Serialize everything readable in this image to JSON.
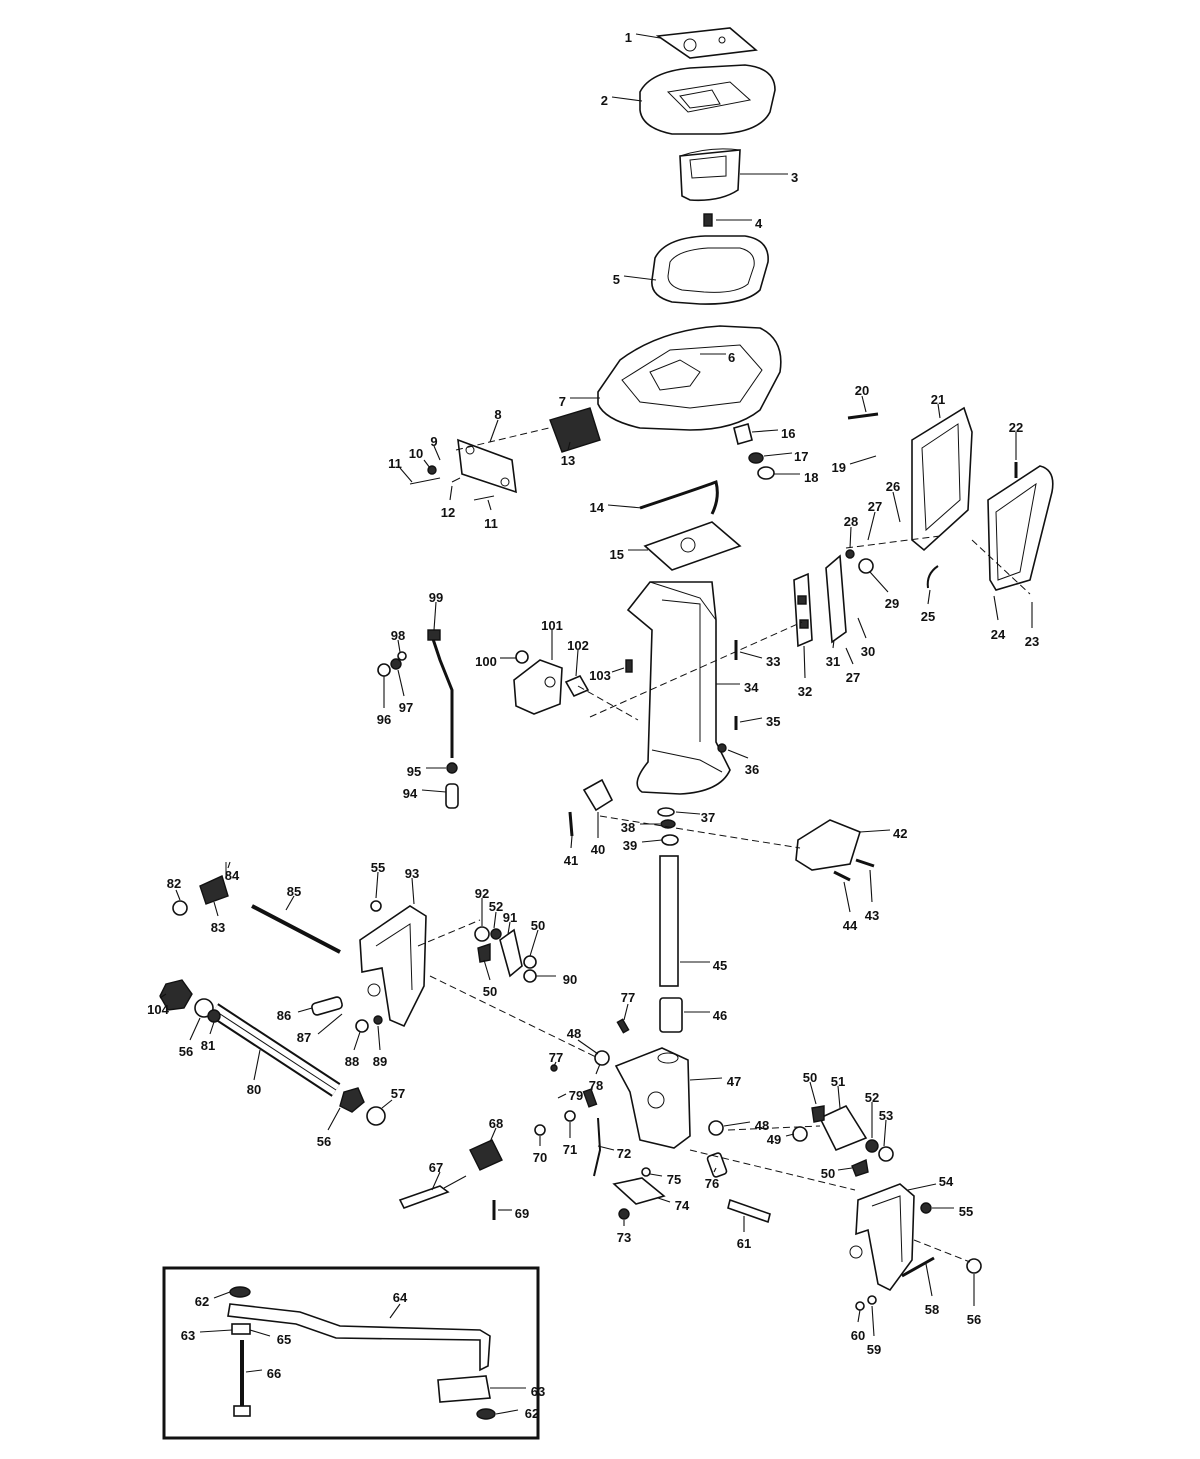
{
  "diagram": {
    "labels": [
      {
        "id": "1",
        "text": "1"
      },
      {
        "id": "2",
        "text": "2"
      },
      {
        "id": "3",
        "text": "3"
      },
      {
        "id": "4",
        "text": "4"
      },
      {
        "id": "5",
        "text": "5"
      },
      {
        "id": "6",
        "text": "6"
      },
      {
        "id": "7",
        "text": "7"
      },
      {
        "id": "8",
        "text": "8"
      },
      {
        "id": "9",
        "text": "9"
      },
      {
        "id": "10",
        "text": "10"
      },
      {
        "id": "11a",
        "text": "11"
      },
      {
        "id": "11b",
        "text": "11"
      },
      {
        "id": "12",
        "text": "12"
      },
      {
        "id": "13",
        "text": "13"
      },
      {
        "id": "14",
        "text": "14"
      },
      {
        "id": "15",
        "text": "15"
      },
      {
        "id": "16",
        "text": "16"
      },
      {
        "id": "17",
        "text": "17"
      },
      {
        "id": "18",
        "text": "18"
      },
      {
        "id": "19",
        "text": "19"
      },
      {
        "id": "20",
        "text": "20"
      },
      {
        "id": "21",
        "text": "21"
      },
      {
        "id": "22",
        "text": "22"
      },
      {
        "id": "23",
        "text": "23"
      },
      {
        "id": "24",
        "text": "24"
      },
      {
        "id": "25",
        "text": "25"
      },
      {
        "id": "26",
        "text": "26"
      },
      {
        "id": "27a",
        "text": "27"
      },
      {
        "id": "27b",
        "text": "27"
      },
      {
        "id": "28",
        "text": "28"
      },
      {
        "id": "29",
        "text": "29"
      },
      {
        "id": "30",
        "text": "30"
      },
      {
        "id": "31",
        "text": "31"
      },
      {
        "id": "32",
        "text": "32"
      },
      {
        "id": "33",
        "text": "33"
      },
      {
        "id": "34",
        "text": "34"
      },
      {
        "id": "35",
        "text": "35"
      },
      {
        "id": "36",
        "text": "36"
      },
      {
        "id": "37",
        "text": "37"
      },
      {
        "id": "38",
        "text": "38"
      },
      {
        "id": "39",
        "text": "39"
      },
      {
        "id": "40",
        "text": "40"
      },
      {
        "id": "41",
        "text": "41"
      },
      {
        "id": "42",
        "text": "42"
      },
      {
        "id": "43",
        "text": "43"
      },
      {
        "id": "44",
        "text": "44"
      },
      {
        "id": "45",
        "text": "45"
      },
      {
        "id": "46",
        "text": "46"
      },
      {
        "id": "47",
        "text": "47"
      },
      {
        "id": "48a",
        "text": "48"
      },
      {
        "id": "48b",
        "text": "48"
      },
      {
        "id": "49",
        "text": "49"
      },
      {
        "id": "50a",
        "text": "50"
      },
      {
        "id": "50b",
        "text": "50"
      },
      {
        "id": "50c",
        "text": "50"
      },
      {
        "id": "50d",
        "text": "50"
      },
      {
        "id": "51",
        "text": "51"
      },
      {
        "id": "52a",
        "text": "52"
      },
      {
        "id": "52b",
        "text": "52"
      },
      {
        "id": "53",
        "text": "53"
      },
      {
        "id": "54",
        "text": "54"
      },
      {
        "id": "55a",
        "text": "55"
      },
      {
        "id": "55b",
        "text": "55"
      },
      {
        "id": "56a",
        "text": "56"
      },
      {
        "id": "56b",
        "text": "56"
      },
      {
        "id": "56c",
        "text": "56"
      },
      {
        "id": "57",
        "text": "57"
      },
      {
        "id": "58",
        "text": "58"
      },
      {
        "id": "59",
        "text": "59"
      },
      {
        "id": "60",
        "text": "60"
      },
      {
        "id": "61",
        "text": "61"
      },
      {
        "id": "62a",
        "text": "62"
      },
      {
        "id": "62b",
        "text": "62"
      },
      {
        "id": "63a",
        "text": "63"
      },
      {
        "id": "63b",
        "text": "63"
      },
      {
        "id": "64",
        "text": "64"
      },
      {
        "id": "65",
        "text": "65"
      },
      {
        "id": "66",
        "text": "66"
      },
      {
        "id": "67",
        "text": "67"
      },
      {
        "id": "68",
        "text": "68"
      },
      {
        "id": "69",
        "text": "69"
      },
      {
        "id": "70",
        "text": "70"
      },
      {
        "id": "71",
        "text": "71"
      },
      {
        "id": "72",
        "text": "72"
      },
      {
        "id": "73",
        "text": "73"
      },
      {
        "id": "74",
        "text": "74"
      },
      {
        "id": "75",
        "text": "75"
      },
      {
        "id": "76",
        "text": "76"
      },
      {
        "id": "77a",
        "text": "77"
      },
      {
        "id": "77b",
        "text": "77"
      },
      {
        "id": "78",
        "text": "78"
      },
      {
        "id": "79",
        "text": "79"
      },
      {
        "id": "80",
        "text": "80"
      },
      {
        "id": "81",
        "text": "81"
      },
      {
        "id": "82",
        "text": "82"
      },
      {
        "id": "83",
        "text": "83"
      },
      {
        "id": "84",
        "text": "84"
      },
      {
        "id": "85",
        "text": "85"
      },
      {
        "id": "86",
        "text": "86"
      },
      {
        "id": "87",
        "text": "87"
      },
      {
        "id": "88",
        "text": "88"
      },
      {
        "id": "89",
        "text": "89"
      },
      {
        "id": "90",
        "text": "90"
      },
      {
        "id": "91",
        "text": "91"
      },
      {
        "id": "92",
        "text": "92"
      },
      {
        "id": "93",
        "text": "93"
      },
      {
        "id": "94",
        "text": "94"
      },
      {
        "id": "95",
        "text": "95"
      },
      {
        "id": "96",
        "text": "96"
      },
      {
        "id": "97",
        "text": "97"
      },
      {
        "id": "98",
        "text": "98"
      },
      {
        "id": "99",
        "text": "99"
      },
      {
        "id": "100",
        "text": "100"
      },
      {
        "id": "101",
        "text": "101"
      },
      {
        "id": "102",
        "text": "102"
      },
      {
        "id": "103",
        "text": "103"
      },
      {
        "id": "104",
        "text": "104"
      }
    ]
  }
}
